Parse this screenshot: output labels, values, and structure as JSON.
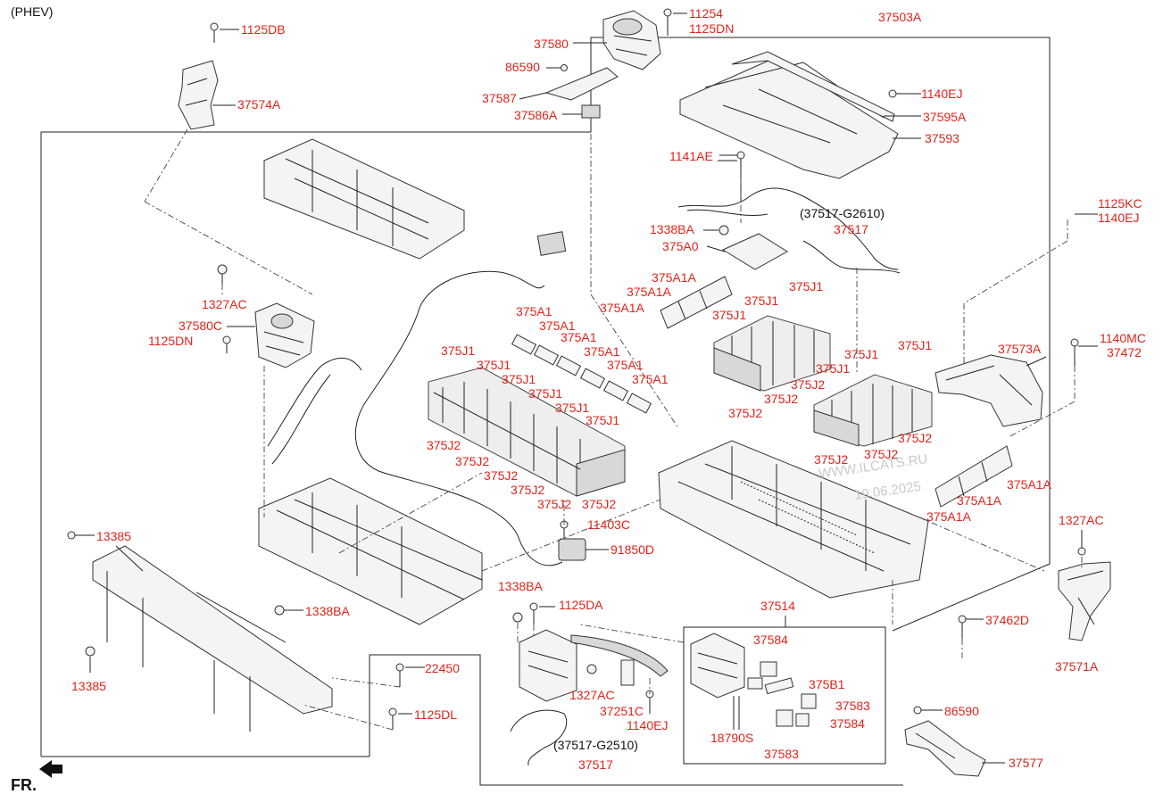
{
  "variant": "(PHEV)",
  "fr_label": "FR.",
  "watermark": {
    "line1": "WWW.ILCATS.RU",
    "line2": "19.06.2025"
  },
  "colors": {
    "label": "#e0241b",
    "line": "#222222",
    "watermark": "#c9c9c9"
  },
  "labels": [
    {
      "id": "l1125DB",
      "text": "1125DB"
    },
    {
      "id": "l37574A",
      "text": "37574A"
    },
    {
      "id": "l11254",
      "text": "11254"
    },
    {
      "id": "l1125DN_a",
      "text": "1125DN"
    },
    {
      "id": "l37580",
      "text": "37580"
    },
    {
      "id": "l86590_a",
      "text": "86590"
    },
    {
      "id": "l37587",
      "text": "37587"
    },
    {
      "id": "l37586A",
      "text": "37586A"
    },
    {
      "id": "l37503A",
      "text": "37503A"
    },
    {
      "id": "l1140EJ_a",
      "text": "1140EJ"
    },
    {
      "id": "l37595A",
      "text": "37595A"
    },
    {
      "id": "l37593",
      "text": "37593"
    },
    {
      "id": "l1141AE",
      "text": "1141AE"
    },
    {
      "id": "l1338BA_a",
      "text": "1338BA"
    },
    {
      "id": "l375A0",
      "text": "375A0"
    },
    {
      "id": "l37517_a",
      "text": "37517"
    },
    {
      "id": "l1125KC",
      "text": "1125KC"
    },
    {
      "id": "l1140EJ_b",
      "text": "1140EJ"
    },
    {
      "id": "l375A1A_1",
      "text": "375A1A"
    },
    {
      "id": "l375A1A_2",
      "text": "375A1A"
    },
    {
      "id": "l375A1A_3",
      "text": "375A1A"
    },
    {
      "id": "l375J1_a",
      "text": "375J1"
    },
    {
      "id": "l375J1_b",
      "text": "375J1"
    },
    {
      "id": "l375J1_c",
      "text": "375J1"
    },
    {
      "id": "l1327AC_a",
      "text": "1327AC"
    },
    {
      "id": "l37580C",
      "text": "37580C"
    },
    {
      "id": "l1125DN_b",
      "text": "1125DN"
    },
    {
      "id": "l375A1_1",
      "text": "375A1"
    },
    {
      "id": "l375A1_2",
      "text": "375A1"
    },
    {
      "id": "l375A1_3",
      "text": "375A1"
    },
    {
      "id": "l375A1_4",
      "text": "375A1"
    },
    {
      "id": "l375A1_5",
      "text": "375A1"
    },
    {
      "id": "l375A1_6",
      "text": "375A1"
    },
    {
      "id": "l375J1_1",
      "text": "375J1"
    },
    {
      "id": "l375J1_2",
      "text": "375J1"
    },
    {
      "id": "l375J1_3",
      "text": "375J1"
    },
    {
      "id": "l375J1_4",
      "text": "375J1"
    },
    {
      "id": "l375J1_5",
      "text": "375J1"
    },
    {
      "id": "l375J1_6",
      "text": "375J1"
    },
    {
      "id": "l375J2_1",
      "text": "375J2"
    },
    {
      "id": "l375J2_2",
      "text": "375J2"
    },
    {
      "id": "l375J2_3",
      "text": "375J2"
    },
    {
      "id": "l375J2_4",
      "text": "375J2"
    },
    {
      "id": "l375J2_5",
      "text": "375J2"
    },
    {
      "id": "l375J2_6",
      "text": "375J2"
    },
    {
      "id": "l375J1_d",
      "text": "375J1"
    },
    {
      "id": "l375J1_e",
      "text": "375J1"
    },
    {
      "id": "l375J1_f",
      "text": "375J1"
    },
    {
      "id": "l375J2_a",
      "text": "375J2"
    },
    {
      "id": "l375J2_b",
      "text": "375J2"
    },
    {
      "id": "l375J2_c",
      "text": "375J2"
    },
    {
      "id": "l375J2_d",
      "text": "375J2"
    },
    {
      "id": "l375J2_e",
      "text": "375J2"
    },
    {
      "id": "l375J2_f",
      "text": "375J2"
    },
    {
      "id": "l37573A",
      "text": "37573A"
    },
    {
      "id": "l1140MC",
      "text": "1140MC"
    },
    {
      "id": "l37472",
      "text": "37472"
    },
    {
      "id": "l375A1A_4",
      "text": "375A1A"
    },
    {
      "id": "l375A1A_5",
      "text": "375A1A"
    },
    {
      "id": "l375A1A_6",
      "text": "375A1A"
    },
    {
      "id": "l1327AC_b",
      "text": "1327AC"
    },
    {
      "id": "l37571A",
      "text": "37571A"
    },
    {
      "id": "l13385_a",
      "text": "13385"
    },
    {
      "id": "l13385_b",
      "text": "13385"
    },
    {
      "id": "l1338BA_b",
      "text": "1338BA"
    },
    {
      "id": "l11403C",
      "text": "11403C"
    },
    {
      "id": "l91850D",
      "text": "91850D"
    },
    {
      "id": "l1338BA_c",
      "text": "1338BA"
    },
    {
      "id": "l1125DA",
      "text": "1125DA"
    },
    {
      "id": "l22450",
      "text": "22450"
    },
    {
      "id": "l1125DL",
      "text": "1125DL"
    },
    {
      "id": "l1327AC_c",
      "text": "1327AC"
    },
    {
      "id": "l37251C",
      "text": "37251C"
    },
    {
      "id": "l1140EJ_c",
      "text": "1140EJ"
    },
    {
      "id": "l37517_b",
      "text": "37517"
    },
    {
      "id": "l37514",
      "text": "37514"
    },
    {
      "id": "l37584_a",
      "text": "37584"
    },
    {
      "id": "l375B1",
      "text": "375B1"
    },
    {
      "id": "l37583_a",
      "text": "37583"
    },
    {
      "id": "l37584_b",
      "text": "37584"
    },
    {
      "id": "l18790S",
      "text": "18790S"
    },
    {
      "id": "l37583_b",
      "text": "37583"
    },
    {
      "id": "l37462D",
      "text": "37462D"
    },
    {
      "id": "l86590_b",
      "text": "86590"
    },
    {
      "id": "l37577",
      "text": "37577"
    }
  ],
  "notes": [
    {
      "id": "n_g2610",
      "text": "(37517-G2610)"
    },
    {
      "id": "n_g2510",
      "text": "(37517-G2510)"
    }
  ]
}
